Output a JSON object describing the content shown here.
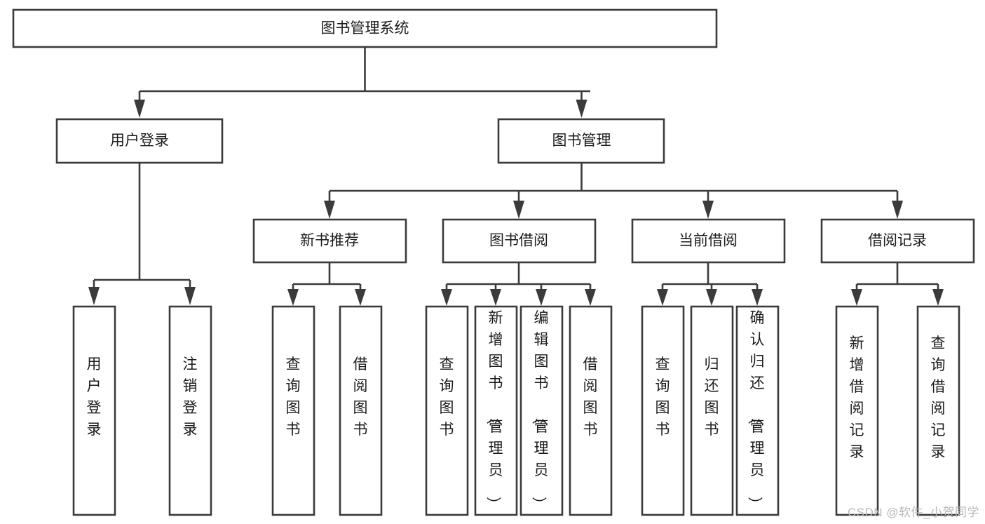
{
  "diagram": {
    "title_node": {
      "label": "图书管理系统"
    },
    "level2": [
      {
        "id": "user-login",
        "label": "用户登录"
      },
      {
        "id": "book-management",
        "label": "图书管理"
      }
    ],
    "level3": [
      {
        "id": "new-book-recommend",
        "label": "新书推荐"
      },
      {
        "id": "book-borrow",
        "label": "图书借阅"
      },
      {
        "id": "current-borrow",
        "label": "当前借阅"
      },
      {
        "id": "borrow-record",
        "label": "借阅记录"
      }
    ],
    "leaves": {
      "user-login": [
        {
          "id": "leaf-user-login",
          "label": "用户登录"
        },
        {
          "id": "leaf-logout-login",
          "label": "注销登录"
        }
      ],
      "new-book-recommend": [
        {
          "id": "leaf-query-book-1",
          "label": "查询图书"
        },
        {
          "id": "leaf-borrow-book-1",
          "label": "借阅图书"
        }
      ],
      "book-borrow": [
        {
          "id": "leaf-query-book-2",
          "label": "查询图书"
        },
        {
          "id": "leaf-add-book",
          "label": "新增图书（管理员）"
        },
        {
          "id": "leaf-edit-book",
          "label": "编辑图书（管理员）"
        },
        {
          "id": "leaf-borrow-book-2",
          "label": "借阅图书"
        }
      ],
      "current-borrow": [
        {
          "id": "leaf-query-book-3",
          "label": "查询图书"
        },
        {
          "id": "leaf-return-book",
          "label": "归还图书"
        },
        {
          "id": "leaf-confirm-return",
          "label": "确认归还（管理员）"
        }
      ],
      "borrow-record": [
        {
          "id": "leaf-add-record",
          "label": "新增借阅记录"
        },
        {
          "id": "leaf-query-record",
          "label": "查询借阅记录"
        }
      ]
    }
  },
  "watermark": {
    "text": "CSDN @软件_小贺同学"
  },
  "colors": {
    "stroke": "#3b3b3b",
    "fill": "#ffffff",
    "text": "#1b1b1b",
    "watermark": "#b9b9b9"
  }
}
